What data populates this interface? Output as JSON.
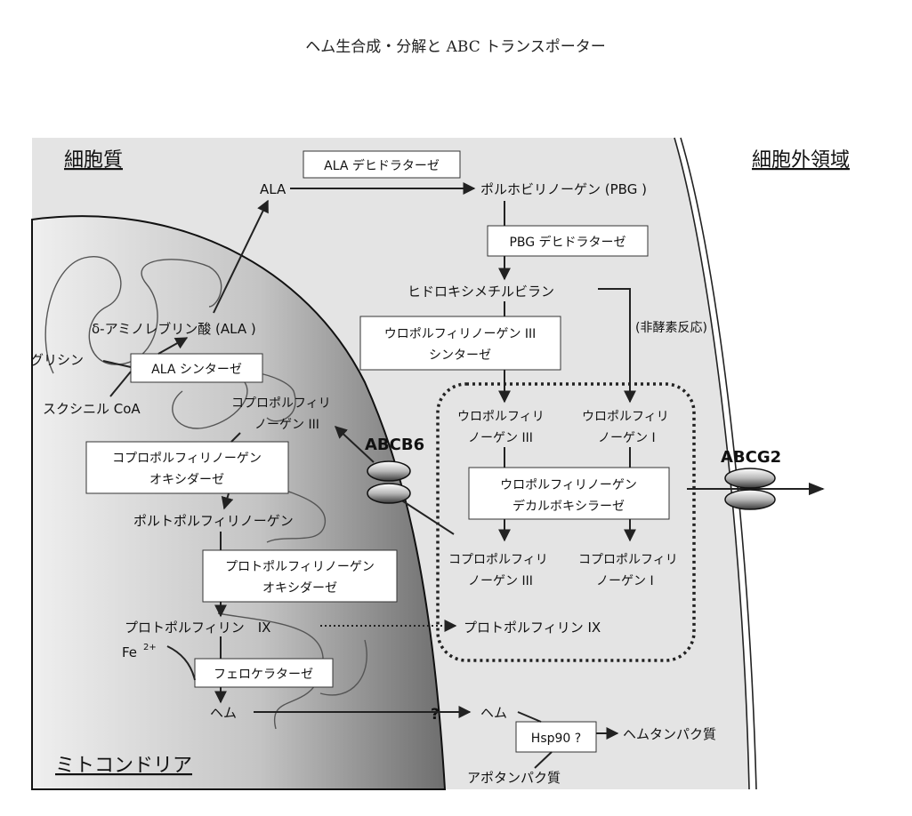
{
  "title": "ヘム生合成・分解と ABC トランスポーター",
  "regions": {
    "cytoplasm": "細胞質",
    "extracellular": "細胞外領域",
    "mitochondria": "ミトコンドリア"
  },
  "transporters": {
    "abcb6": "ABCB6",
    "abcg2": "ABCG2"
  },
  "molecules": {
    "ala_top": "ALA",
    "pbg": "ポルホビリノーゲン (PBG )",
    "hmb": "ヒドロキシメチルビラン",
    "non_enzymatic": "(非酵素反応)",
    "ala_full": "δ-アミノレブリン酸 (ALA )",
    "glycine": "グリシン",
    "succinyl_coa": "スクシニル CoA",
    "copro3_mito_l1": "コプロポルフィリ",
    "copro3_mito_l2": "ノーゲン III",
    "uro3_l1": "ウロポルフィリ",
    "uro3_l2": "ノーゲン III",
    "uro1_l1": "ウロポルフィリ",
    "uro1_l2": "ノーゲン I",
    "copro3_l1": "コプロポルフィリ",
    "copro3_l2": "ノーゲン III",
    "copro1_l1": "コプロポルフィリ",
    "copro1_l2": "ノーゲン I",
    "protogen": "ポルトポルフィリノーゲン",
    "pp9_mito": "プロトポルフィリン　IX",
    "pp9_cyto": "プロトポルフィリン IX",
    "fe": "Fe",
    "fe_charge": "2+",
    "heme_mito": "ヘム",
    "heme_cyto": "ヘム",
    "question": "?",
    "heme_protein": "ヘムタンパク質",
    "apoprotein": "アポタンパク質"
  },
  "enzymes": {
    "ala_dehydratase": "ALA デヒドラターゼ",
    "pbg_deaminase": "PBG デヒドラターゼ",
    "uro3_synthase_l1": "ウロポルフィリノーゲン III",
    "uro3_synthase_l2": "シンターゼ",
    "ala_synthase": "ALA シンターゼ",
    "uro_decarboxylase_l1": "ウロポルフィリノーゲン",
    "uro_decarboxylase_l2": "デカルボキシラーゼ",
    "copro_oxidase_l1": "コプロポルフィリノーゲン",
    "copro_oxidase_l2": "オキシダーゼ",
    "proto_oxidase_l1": "プロトポルフィリノーゲン",
    "proto_oxidase_l2": "オキシダーゼ",
    "ferrochelatase": "フェロケラターゼ",
    "hsp90": "Hsp90 ?"
  },
  "colors": {
    "cytoplasm_fill": "#e4e4e4",
    "mitochondria_light": "#efefef",
    "mitochondria_dark": "#6e6e6e",
    "box_border": "#333333"
  }
}
